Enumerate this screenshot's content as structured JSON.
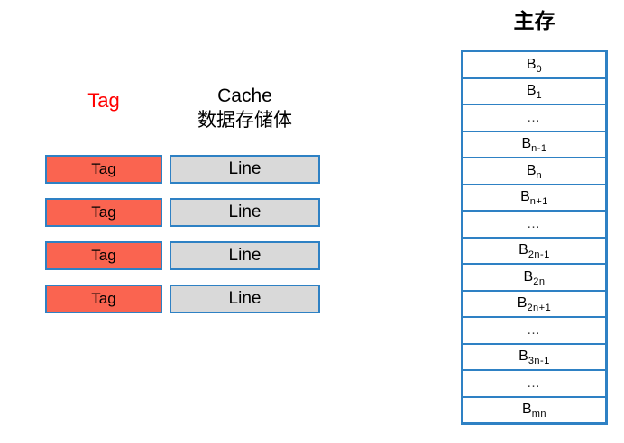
{
  "diagram": {
    "type": "cache-mapping-illustration",
    "colors": {
      "tag_fill": "#FA6450",
      "line_fill": "#D9D9D9",
      "border_blue": "#2E81C4",
      "tag_label_red": "#FF0000",
      "text_black": "#000000",
      "background": "#FFFFFF"
    }
  },
  "cache": {
    "header_tag": "Tag",
    "header_cache_line1": "Cache",
    "header_cache_line2": "数据存储体",
    "rows": [
      {
        "tag": "Tag",
        "line": "Line"
      },
      {
        "tag": "Tag",
        "line": "Line"
      },
      {
        "tag": "Tag",
        "line": "Line"
      },
      {
        "tag": "Tag",
        "line": "Line"
      }
    ]
  },
  "main_memory": {
    "title": "主存",
    "cells": [
      {
        "base": "B",
        "sub": "0",
        "is_ellipsis": false,
        "text": "B0"
      },
      {
        "base": "B",
        "sub": "1",
        "is_ellipsis": false,
        "text": "B1"
      },
      {
        "base": "",
        "sub": "",
        "is_ellipsis": true,
        "text": "…"
      },
      {
        "base": "B",
        "sub": "n-1",
        "is_ellipsis": false,
        "text": "Bn-1"
      },
      {
        "base": "B",
        "sub": "n",
        "is_ellipsis": false,
        "text": "Bn"
      },
      {
        "base": "B",
        "sub": "n+1",
        "is_ellipsis": false,
        "text": "Bn+1"
      },
      {
        "base": "",
        "sub": "",
        "is_ellipsis": true,
        "text": "…"
      },
      {
        "base": "B",
        "sub": "2n-1",
        "is_ellipsis": false,
        "text": "B2n-1"
      },
      {
        "base": "B",
        "sub": "2n",
        "is_ellipsis": false,
        "text": "B2n"
      },
      {
        "base": "B",
        "sub": "2n+1",
        "is_ellipsis": false,
        "text": "B2n+1"
      },
      {
        "base": "",
        "sub": "",
        "is_ellipsis": true,
        "text": "…"
      },
      {
        "base": "B",
        "sub": "3n-1",
        "is_ellipsis": false,
        "text": "B3n-1"
      },
      {
        "base": "",
        "sub": "",
        "is_ellipsis": true,
        "text": "…"
      },
      {
        "base": "B",
        "sub": "mn",
        "is_ellipsis": false,
        "text": "Bmn"
      }
    ]
  }
}
